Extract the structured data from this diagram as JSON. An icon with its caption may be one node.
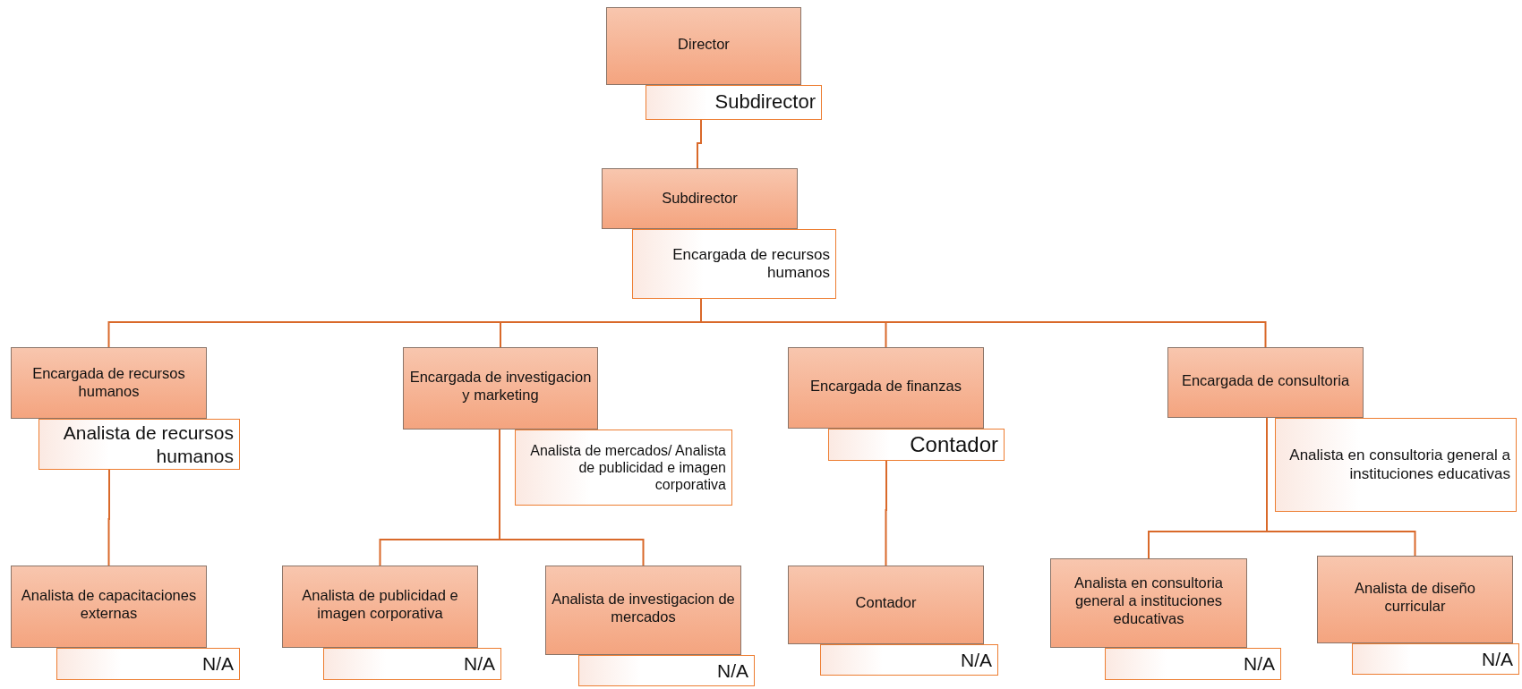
{
  "diagram": {
    "nodes": [
      {
        "text": [
          "Director"
        ]
      },
      {
        "text": [
          "Subdirector"
        ]
      },
      {
        "text": [
          "Subdirector"
        ]
      },
      {
        "text": [
          "Encargada de recursos humanos"
        ]
      },
      {
        "text": [
          "Encargada de recursos humanos"
        ]
      },
      {
        "text": [
          "Analista de recursos humanos"
        ]
      },
      {
        "text": [
          "Encargada de investigacion y marketing"
        ]
      },
      {
        "text": [
          "Analista de mercados/ Analista de publicidad e imagen corporativa"
        ]
      },
      {
        "text": [
          "Encargada de finanzas"
        ]
      },
      {
        "text": [
          "Contador"
        ]
      },
      {
        "text": [
          "Encargada de consultoria"
        ]
      },
      {
        "text": [
          "Analista en consultoria general a instituciones educativas"
        ]
      },
      {
        "text": [
          "Analista de capacitaciones externas"
        ]
      },
      {
        "text": [
          "N/A"
        ]
      },
      {
        "text": [
          "Analista de publicidad e imagen corporativa"
        ]
      },
      {
        "text": [
          "N/A"
        ]
      },
      {
        "text": [
          "Analista de investigacion de mercados"
        ]
      },
      {
        "text": [
          "N/A"
        ]
      },
      {
        "text": [
          "Contador"
        ]
      },
      {
        "text": [
          "N/A"
        ]
      },
      {
        "text": [
          "Analista en consultoria general a instituciones educativas"
        ]
      },
      {
        "text": [
          "N/A"
        ]
      },
      {
        "text": [
          "Analista de diseño curricular"
        ]
      },
      {
        "text": [
          "N/A"
        ]
      }
    ],
    "edges": [
      {
        "from": 1,
        "to": 2,
        "arrow": "none"
      },
      {
        "from": 3,
        "to": 4,
        "arrow": "none"
      },
      {
        "from": 3,
        "to": 6,
        "arrow": "none"
      },
      {
        "from": 3,
        "to": 8,
        "arrow": "none"
      },
      {
        "from": 3,
        "to": 10,
        "arrow": "none"
      },
      {
        "from": 5,
        "to": 12,
        "arrow": "none"
      },
      {
        "from": 6,
        "to": 14,
        "arrow": "none"
      },
      {
        "from": 6,
        "to": 16,
        "arrow": "none"
      },
      {
        "from": 9,
        "to": 18,
        "arrow": "none"
      },
      {
        "from": 10,
        "to": 20,
        "arrow": "none"
      },
      {
        "from": 10,
        "to": 22,
        "arrow": "none"
      }
    ]
  }
}
